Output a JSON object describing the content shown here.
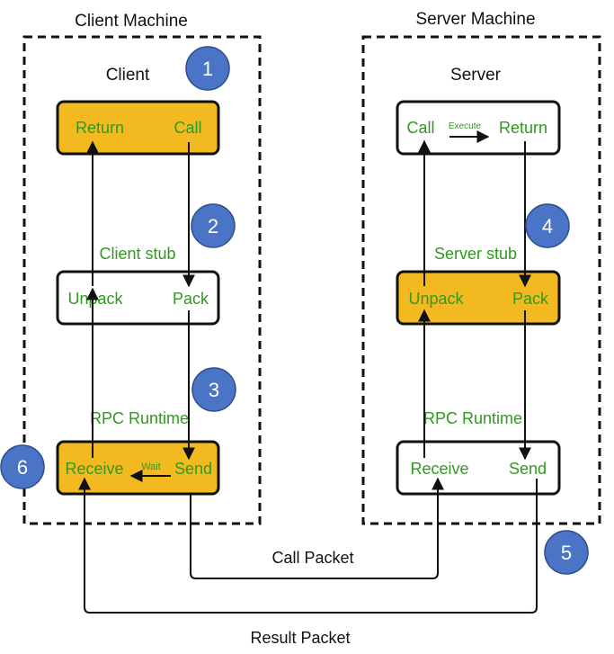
{
  "colors": {
    "orange": "#f3b921",
    "green": "#2f9a1e",
    "blue": "#4a74c5",
    "black": "#111111"
  },
  "machines": {
    "client_title": "Client Machine",
    "server_title": "Server Machine",
    "client_label": "Client",
    "server_label": "Server"
  },
  "client": {
    "app_box": {
      "left": "Return",
      "right": "Call",
      "highlighted": true
    },
    "stub_title": "Client stub",
    "stub_box": {
      "left": "Unpack",
      "right": "Pack",
      "highlighted": false
    },
    "runtime_title": "RPC Runtime",
    "runtime_box": {
      "left": "Receive",
      "middle": "Wait",
      "right": "Send",
      "highlighted": true
    }
  },
  "server": {
    "app_box": {
      "left": "Call",
      "middle": "Execute",
      "right": "Return",
      "highlighted": false
    },
    "stub_title": "Server stub",
    "stub_box": {
      "left": "Unpack",
      "right": "Pack",
      "highlighted": true
    },
    "runtime_title": "RPC Runtime",
    "runtime_box": {
      "left": "Receive",
      "right": "Send",
      "highlighted": false
    }
  },
  "packets": {
    "call": "Call Packet",
    "result": "Result Packet"
  },
  "steps": [
    "1",
    "2",
    "3",
    "4",
    "5",
    "6"
  ]
}
